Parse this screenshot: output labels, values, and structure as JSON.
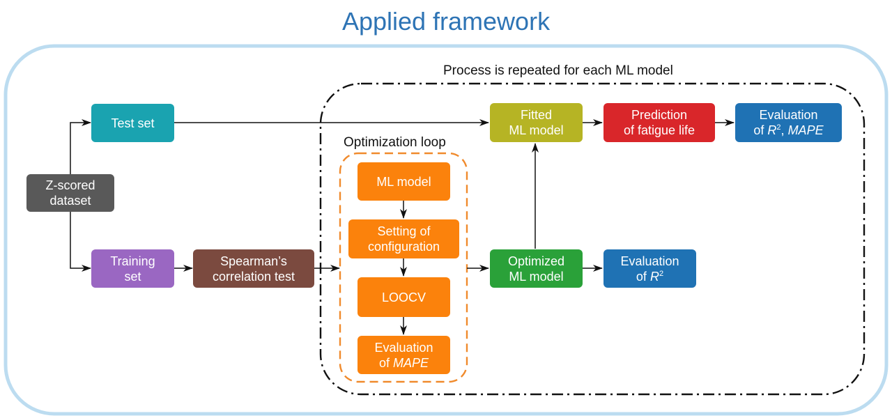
{
  "title": "Applied framework",
  "labels": {
    "process": "Process is repeated for each ML model",
    "optimization": "Optimization loop"
  },
  "colors": {
    "title": "#2e74b5",
    "outer_border": "#bcdcf0",
    "test_set": "#1aa3b0",
    "dataset": "#595959",
    "training_set": "#9a67c2",
    "spearman": "#7b4a3f",
    "loop": "#fb820c",
    "optimized": "#2aa139",
    "fitted": "#b6b424",
    "prediction": "#d9262a",
    "evaluation": "#1f72b4"
  },
  "nodes": {
    "test_set": {
      "line1": "Test set"
    },
    "dataset": {
      "line1": "Z-scored",
      "line2": "dataset"
    },
    "training_set": {
      "line1": "Training",
      "line2": "set"
    },
    "spearman": {
      "line1": "Spearman’s",
      "line2": "correlation test"
    },
    "ml_model": {
      "line1": "ML model"
    },
    "setting": {
      "line1": "Setting of",
      "line2": "configuration"
    },
    "loocv": {
      "line1": "LOOCV"
    },
    "eval_mape": {
      "line1": "Evaluation",
      "line2a": "of ",
      "line2b": "MAPE"
    },
    "optimized": {
      "line1": "Optimized",
      "line2": "ML model"
    },
    "eval_r2": {
      "line1": "Evaluation",
      "line2a": "of ",
      "line2b": "R",
      "sup": "2"
    },
    "fitted": {
      "line1": "Fitted",
      "line2": "ML model"
    },
    "prediction": {
      "line1": "Prediction",
      "line2": "of fatigue life"
    },
    "eval_final": {
      "line1": "Evaluation",
      "line2a": "of ",
      "line2b": "R",
      "sup": "2",
      "line2c": ", ",
      "line2d": "MAPE"
    }
  }
}
